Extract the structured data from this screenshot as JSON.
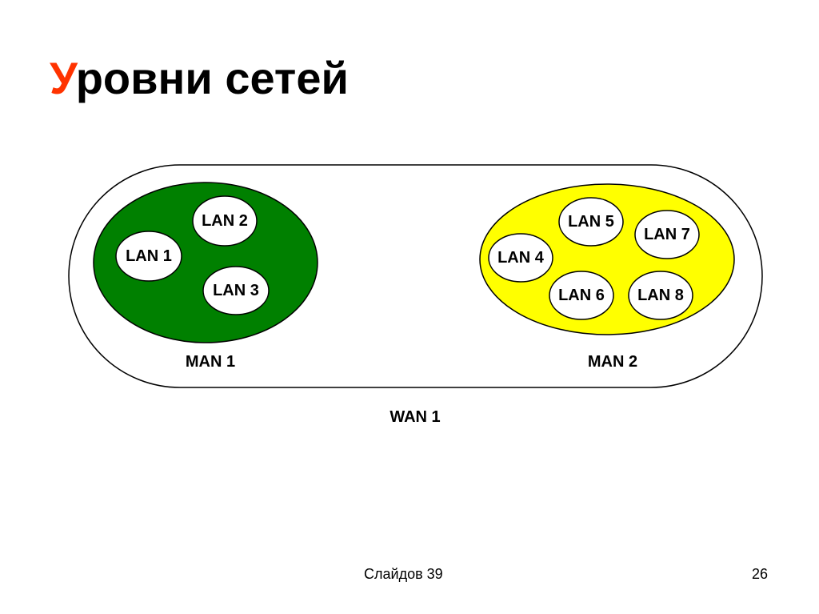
{
  "title": {
    "first_letter": "У",
    "rest": "ровни сетей"
  },
  "diagram": {
    "wan_label": "WAN 1",
    "man1": {
      "label": "MAN 1",
      "color": "#008000",
      "lans": [
        "LAN 1",
        "LAN 2",
        "LAN 3"
      ]
    },
    "man2": {
      "label": "MAN 2",
      "color": "#ffff00",
      "lans": [
        "LAN 4",
        "LAN 5",
        "LAN 6",
        "LAN 7",
        "LAN 8"
      ]
    }
  },
  "footer": {
    "slides_count": "Слайдов 39",
    "page_number": "26"
  }
}
